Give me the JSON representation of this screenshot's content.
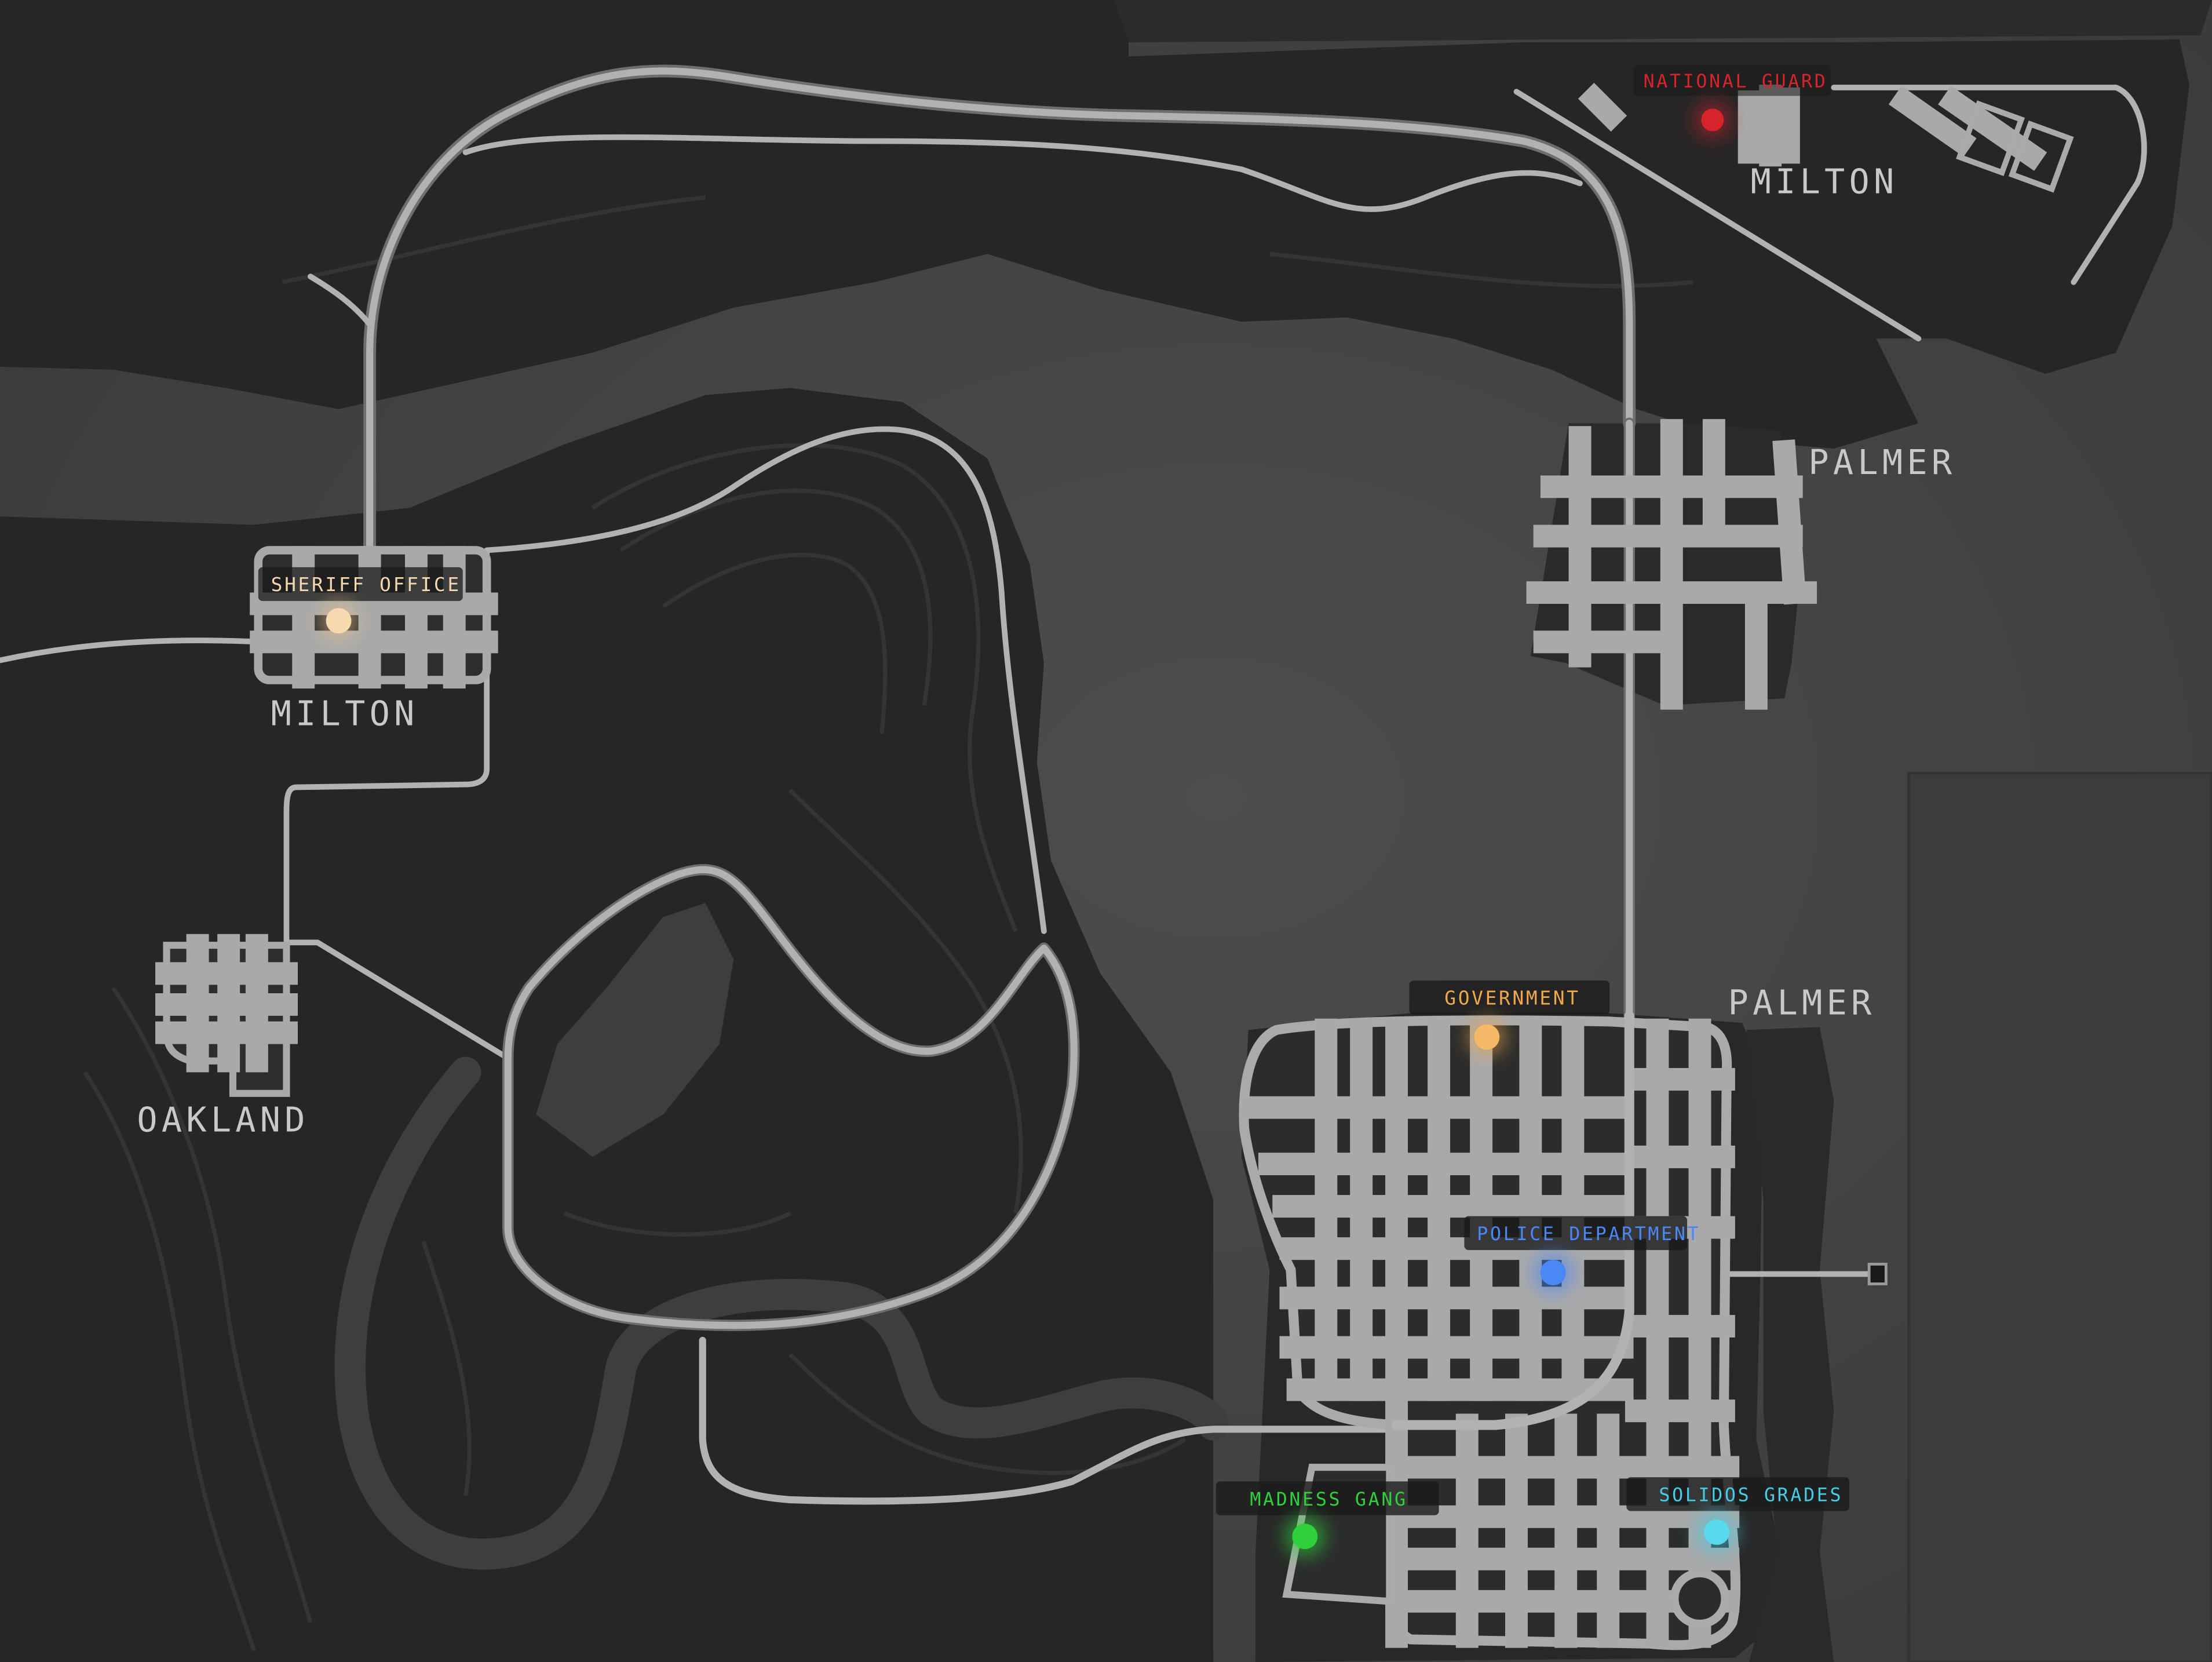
{
  "map": {
    "colors": {
      "water": "#444444",
      "land": "#262626",
      "road": "#b2b2b2"
    },
    "districts": [
      {
        "id": "milton-north",
        "name": "MILTON"
      },
      {
        "id": "palmer-north",
        "name": "PALMER"
      },
      {
        "id": "milton-west",
        "name": "MILTON"
      },
      {
        "id": "oakland",
        "name": "OAKLAND"
      },
      {
        "id": "palmer-south",
        "name": "PALMER"
      }
    ],
    "pois": [
      {
        "id": "national-guard",
        "label": "NATIONAL GUARD",
        "color": "#d7242b",
        "icon": "location-dot-icon"
      },
      {
        "id": "sheriff-office",
        "label": "SHERIFF OFFICE",
        "color": "#f3c68e",
        "icon": "location-dot-icon"
      },
      {
        "id": "government",
        "label": "GOVERNMENT",
        "color": "#f0a94a",
        "icon": "location-dot-icon"
      },
      {
        "id": "police-department",
        "label": "POLICE DEPARTMENT",
        "color": "#4b87f5",
        "icon": "location-dot-icon"
      },
      {
        "id": "madness-gang",
        "label": "MADNESS GANG",
        "color": "#2fd13a",
        "icon": "location-dot-icon"
      },
      {
        "id": "solidos-grades",
        "label": "SOLIDOS GRADES",
        "color": "#46cde6",
        "icon": "location-dot-icon"
      }
    ]
  }
}
